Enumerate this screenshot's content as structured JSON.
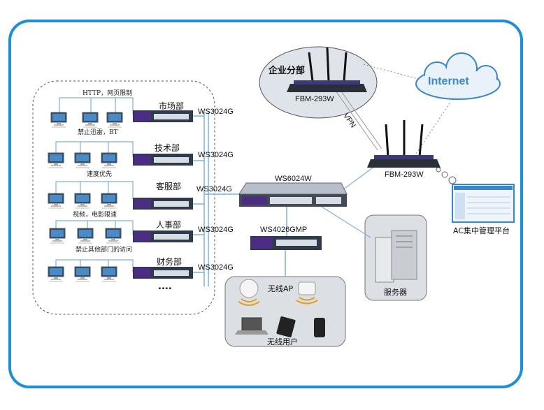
{
  "branch": {
    "title": "企业分部",
    "router_model": "FBM-293W"
  },
  "cloud": {
    "label": "Internet",
    "color": "#3a86c8"
  },
  "vpn_label": "VPN",
  "hq_router_model": "FBM-293W",
  "ac_platform_label": "AC集中管理平台",
  "core_switch_label": "WS6024W",
  "poe_switch_label": "WS4026GMP",
  "departments": [
    {
      "name": "市场部",
      "switch_model": "WS3024G",
      "policy": "HTTP，网页限制",
      "note": "禁止迅雷，BT"
    },
    {
      "name": "技术部",
      "switch_model": "WS3024G",
      "policy": "",
      "note": "速度优先"
    },
    {
      "name": "客服部",
      "switch_model": "WS3024G",
      "policy": "",
      "note": "视频，电影限速"
    },
    {
      "name": "人事部",
      "switch_model": "WS3024G",
      "policy": "",
      "note": "禁止其他部门的访问"
    },
    {
      "name": "财务部",
      "switch_model": "WS3024G",
      "policy": "",
      "note": ""
    }
  ],
  "ellipsis": "....",
  "wireless": {
    "ap_label": "无线AP",
    "user_label": "无线用户"
  },
  "server_label": "服务器",
  "colors": {
    "frame": "#1c8fd6",
    "switch_body": "#2f3a4a",
    "switch_panel": "#4b2e83",
    "line": "#7fb0d8"
  }
}
